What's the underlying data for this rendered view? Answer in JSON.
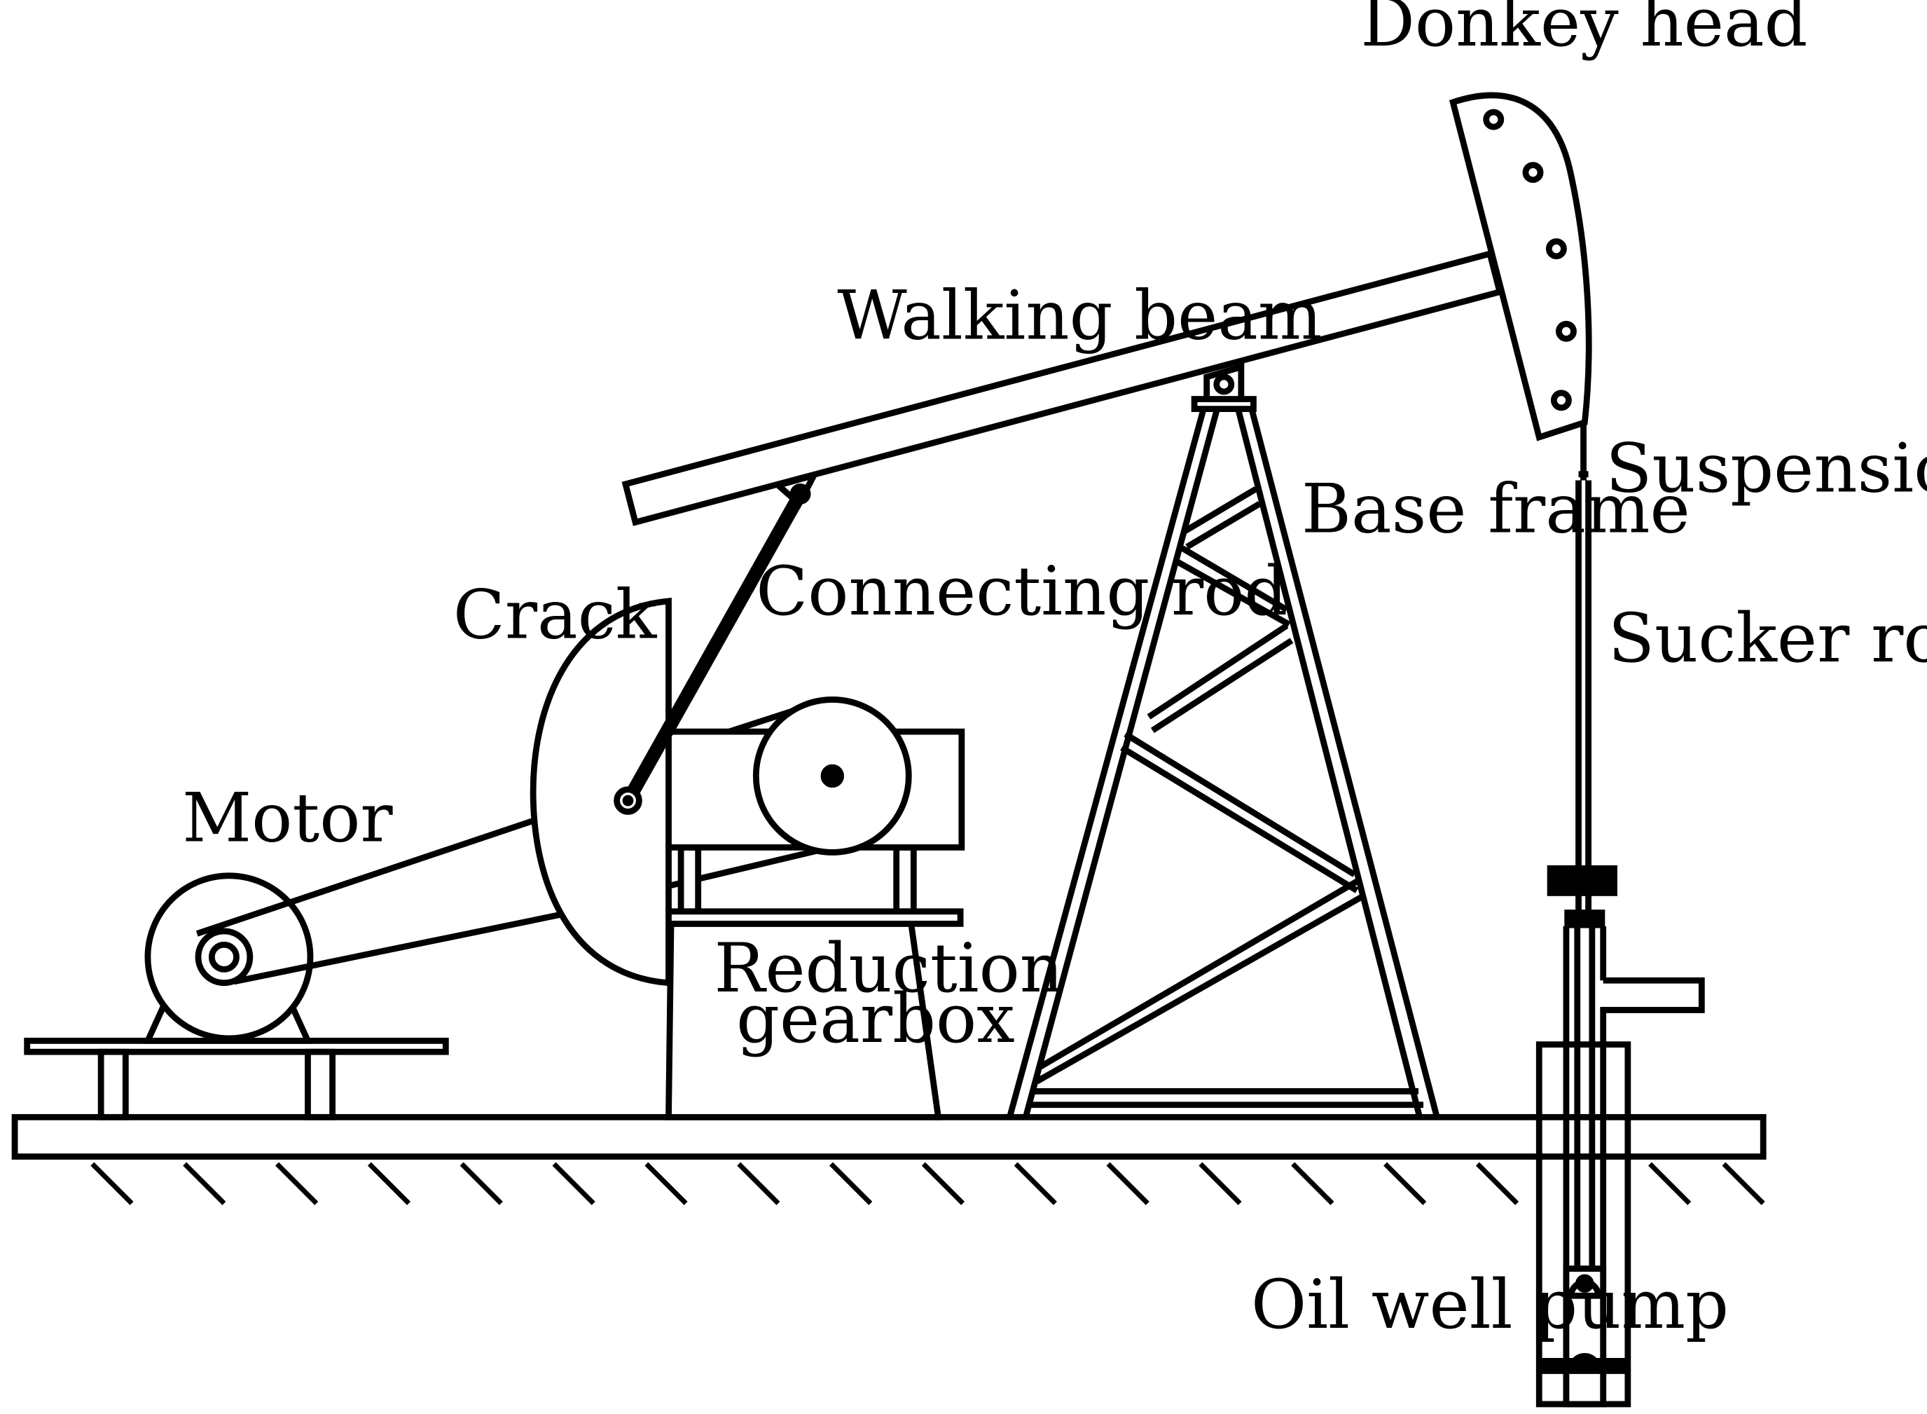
{
  "labels": {
    "donkey_head": "Donkey head",
    "walking_beam": "Walking beam",
    "suspension_point": "Suspension point",
    "base_frame": "Base frame",
    "crack": "Crack",
    "connecting_rod": "Connecting rod",
    "sucker_rod": "Sucker rod",
    "motor": "Motor",
    "reduction_gearbox_line1": "Reduction",
    "reduction_gearbox_line2": "gearbox",
    "oil_well_pump": "Oil well pump"
  }
}
